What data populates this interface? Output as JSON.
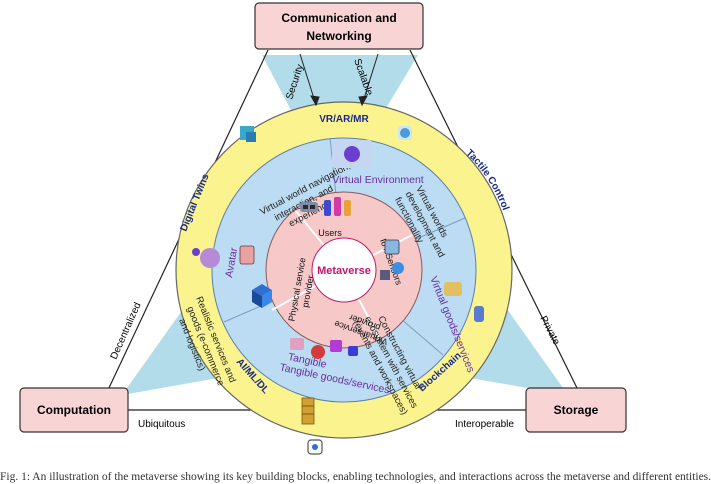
{
  "boxes": {
    "top": "Communication and Networking",
    "top_line1": "Communication and",
    "top_line2": "Networking",
    "left": "Computation",
    "right": "Storage"
  },
  "edge_labels": {
    "security": "Security",
    "scalable": "Scalable",
    "decentralized": "Decentralized",
    "private": "Private",
    "ubiquitous": "Ubiquitous",
    "interoperable": "Interoperable"
  },
  "outer_ring": {
    "vr_ar_mr": "VR/AR/MR",
    "tactile_control": "Tactile Control",
    "blockchain": "Blockchain",
    "ai_ml_dl": "AI/ML/DL",
    "digital_twins": "Digital Twins"
  },
  "middle_ring": {
    "virtual_environment": "Virtual Environment",
    "avatar": "Avatar",
    "virtual_goods_services": "Virtual goods/services",
    "tangible_goods_services": "Tangible goods/services",
    "navigation": "Virtual world navigation, interaction, and experience",
    "navigation_l1": "Virtual world navigation,",
    "navigation_l2": "interaction, and",
    "navigation_l3": "experience",
    "development": "Virtual worlds development and functionality",
    "development_l1": "Virtual worlds",
    "development_l2": "development and",
    "development_l3": "functionality",
    "constructing": "Constructing virtual ecosystem with services (events and workspaces)",
    "constructing_l1": "Constructing virtual",
    "constructing_l2": "ecosystem with services",
    "constructing_l3": "(events and workspaces)",
    "realistic": "Realistic services and goods (e-commerce and logistics)",
    "realistic_l1": "Realistic services and",
    "realistic_l2": "goods (e-commerce",
    "realistic_l3": "and logistics)"
  },
  "inner_ring": {
    "users": "Users",
    "iot_sensors": "IoT/Sensors",
    "virtual_service_provider": "Virtual service provider",
    "vsp_l1": "Virtual service",
    "vsp_l2": "provider",
    "physical_service_provider": "Physical service provider",
    "psp_l1": "Physical service",
    "psp_l2": "provider"
  },
  "center": "Metaverse",
  "caption": "Fig. 1: An illustration of the metaverse showing its key building blocks, enabling technologies, and interactions across the metaverse and different entities."
}
